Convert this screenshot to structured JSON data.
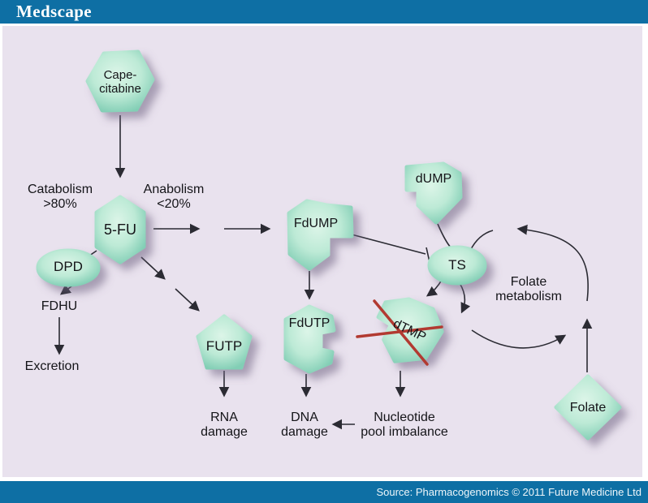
{
  "header": {
    "brand": "Medscape"
  },
  "footer": {
    "source": "Source: Pharmacogenomics © 2011 Future Medicine Ltd"
  },
  "colors": {
    "bar_blue": "#0e6fa4",
    "canvas_lavender": "#e9e2ee",
    "node_fill_center": "#dcf5e8",
    "node_fill_edge": "#82ceb5",
    "line_dark": "#2b2b33",
    "text_dark": "#141418",
    "cross_red": "#b23a31"
  },
  "diagram": {
    "nodes": {
      "capecitabine": {
        "line1": "Cape-",
        "line2": "citabine",
        "shape": "hexagon"
      },
      "fu": {
        "label": "5-FU",
        "shape": "hexagon"
      },
      "dpd": {
        "label": "DPD",
        "shape": "ellipse"
      },
      "fdump": {
        "label": "FdUMP",
        "shape": "notched-hexagon"
      },
      "dump": {
        "label": "dUMP",
        "shape": "notched-shield"
      },
      "ts": {
        "label": "TS",
        "shape": "ellipse"
      },
      "dtmp": {
        "label": "dTMP",
        "shape": "notched-shield",
        "crossed_out": true
      },
      "futp": {
        "label": "FUTP",
        "shape": "pentagon"
      },
      "fdutp": {
        "label": "FdUTP",
        "shape": "notched-hexagon"
      },
      "folate": {
        "label": "Folate",
        "shape": "diamond"
      }
    },
    "labels": {
      "catabolism": {
        "line1": "Catabolism",
        "line2": ">80%"
      },
      "anabolism": {
        "line1": "Anabolism",
        "line2": "<20%"
      },
      "fdhu": "FDHU",
      "excretion": "Excretion",
      "rna_damage": {
        "line1": "RNA",
        "line2": "damage"
      },
      "dna_damage": {
        "line1": "DNA",
        "line2": "damage"
      },
      "nucleotide": {
        "line1": "Nucleotide",
        "line2": "pool imbalance"
      },
      "folate_metabolism": {
        "line1": "Folate",
        "line2": "metabolism"
      }
    }
  }
}
